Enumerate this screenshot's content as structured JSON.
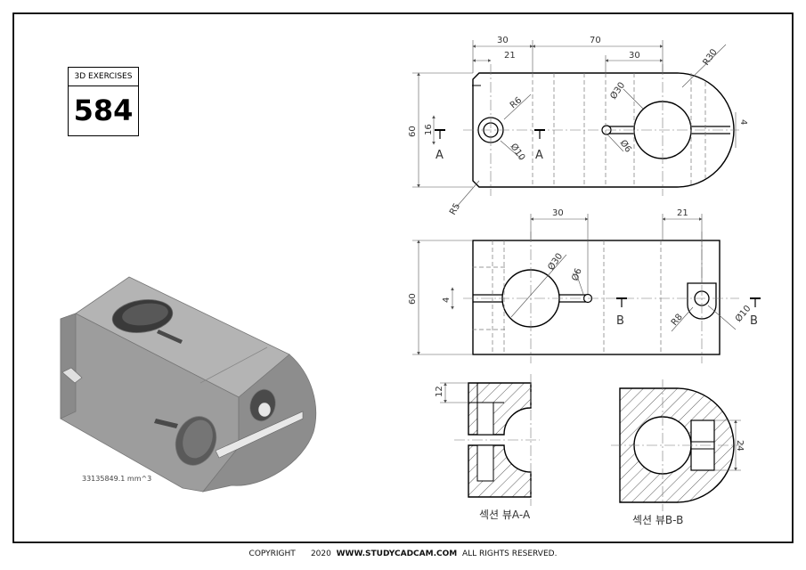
{
  "badge": {
    "label": "3D EXERCISES",
    "number": "584"
  },
  "footer": {
    "copyright": "COPYRIGHT",
    "year": "2020",
    "site": "WWW.STUDYCADCAM.COM",
    "rights": "ALL RIGHTS RESERVED."
  },
  "volume": "33135849.1 mm^3",
  "top_view": {
    "dims": {
      "d30a": "30",
      "d70": "70",
      "d21": "21",
      "d30b": "30",
      "r30": "R30",
      "r6": "R6",
      "phi30": "Ø30",
      "d4": "4",
      "d16": "16",
      "d60": "60",
      "phi10": "Ø10",
      "phi6": "Ø6",
      "r5": "R5"
    },
    "section_labels": {
      "left": "A",
      "right": "A"
    }
  },
  "front_view": {
    "dims": {
      "d30": "30",
      "d21": "21",
      "phi30": "Ø30",
      "phi6": "Ø6",
      "d60": "60",
      "d4": "4",
      "r8": "R8",
      "phi10": "Ø10"
    },
    "section_labels": {
      "left": "B",
      "right": "B"
    }
  },
  "section_aa": {
    "caption": "섹션 뷰A-A",
    "dim_12": "12"
  },
  "section_bb": {
    "caption": "섹션 뷰B-B",
    "dim_24": "24"
  },
  "colors": {
    "line": "#000000",
    "dimension": "#555555",
    "hatch": "#333333",
    "body_light": "#b4b4b4",
    "body_mid": "#9a9a9a",
    "body_dark": "#6e6e6e"
  }
}
